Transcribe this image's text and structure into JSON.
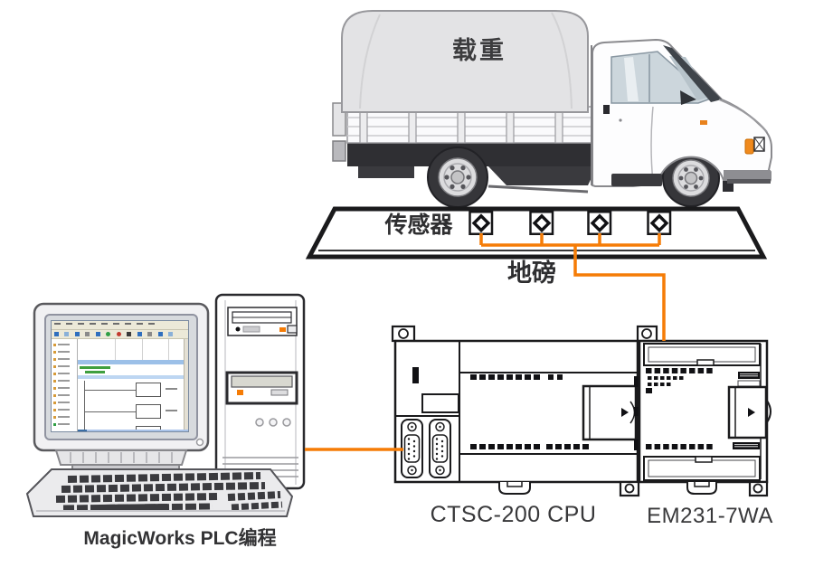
{
  "truck": {
    "load_label": "载重"
  },
  "weighbridge": {
    "sensors_label": "传感器",
    "scale_label": "地磅",
    "sensor_count": 4
  },
  "computer": {
    "caption": "MagicWorks PLC编程"
  },
  "plc": {
    "cpu_label": "CTSC-200 CPU",
    "expansion_label": "EM231-7WA"
  },
  "colors": {
    "wire_orange": "#F57C06",
    "outline": "#1A1A1C",
    "label_text": "#38383A"
  }
}
